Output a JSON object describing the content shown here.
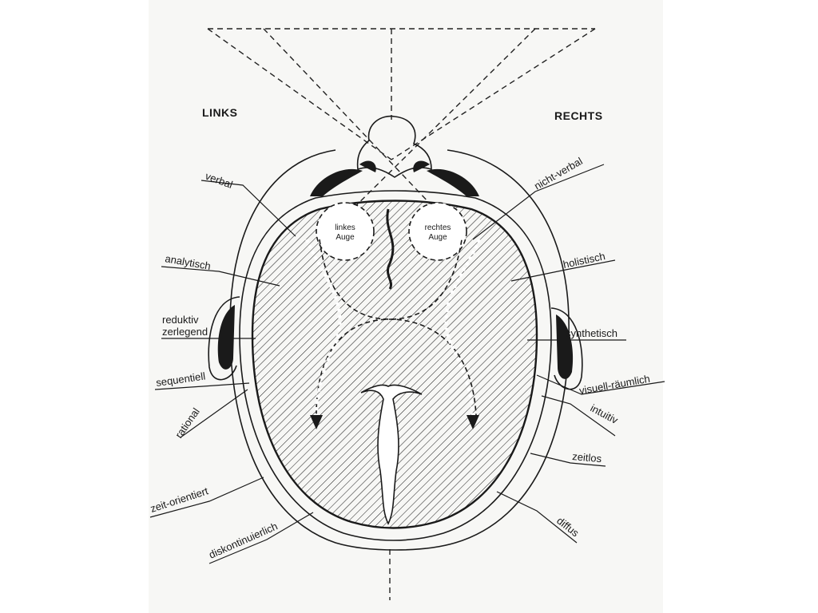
{
  "headers": {
    "left": "LINKS",
    "right": "RECHTS"
  },
  "eyes": {
    "left": [
      "linkes",
      "Auge"
    ],
    "right": [
      "rechtes",
      "Auge"
    ]
  },
  "left_labels": [
    "verbal",
    "analytisch",
    "reduktiv",
    "zerlegend",
    "sequentiell",
    "rational",
    "zeit-orientiert",
    "diskontinuierlich"
  ],
  "right_labels": [
    "nicht-verbal",
    "holistisch",
    "synthetisch",
    "visuell-räumlich",
    "intuitiv",
    "zeitlos",
    "diffus"
  ],
  "colors": {
    "ink": "#1a1a1a",
    "paper": "#f7f7f5"
  }
}
